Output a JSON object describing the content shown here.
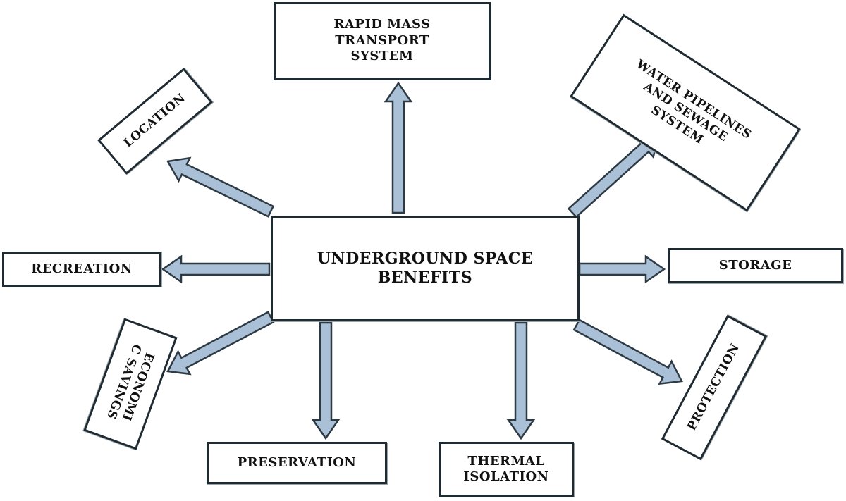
{
  "diagram": {
    "center": {
      "label": "UNDERGROUND SPACE\nBENEFITS"
    },
    "nodes": [
      {
        "id": "rapid",
        "label": "RAPID MASS\nTRANSPORT\nSYSTEM"
      },
      {
        "id": "water",
        "label": "WATER PIPELINES\nAND SEWAGE\nSYSTEM"
      },
      {
        "id": "location",
        "label": "LOCATION"
      },
      {
        "id": "recreation",
        "label": "RECREATION"
      },
      {
        "id": "storage",
        "label": "STORAGE"
      },
      {
        "id": "economic",
        "label": "ECONOMI\nC SAVINGS"
      },
      {
        "id": "preservation",
        "label": "PRESERVATION"
      },
      {
        "id": "thermal",
        "label": "THERMAL\nISOLATION"
      },
      {
        "id": "protection",
        "label": "PROTECTION"
      }
    ],
    "colors": {
      "arrow_fill": "#a9c0d6",
      "arrow_stroke": "#2d3a44",
      "box_border": "#1f2b33"
    }
  }
}
